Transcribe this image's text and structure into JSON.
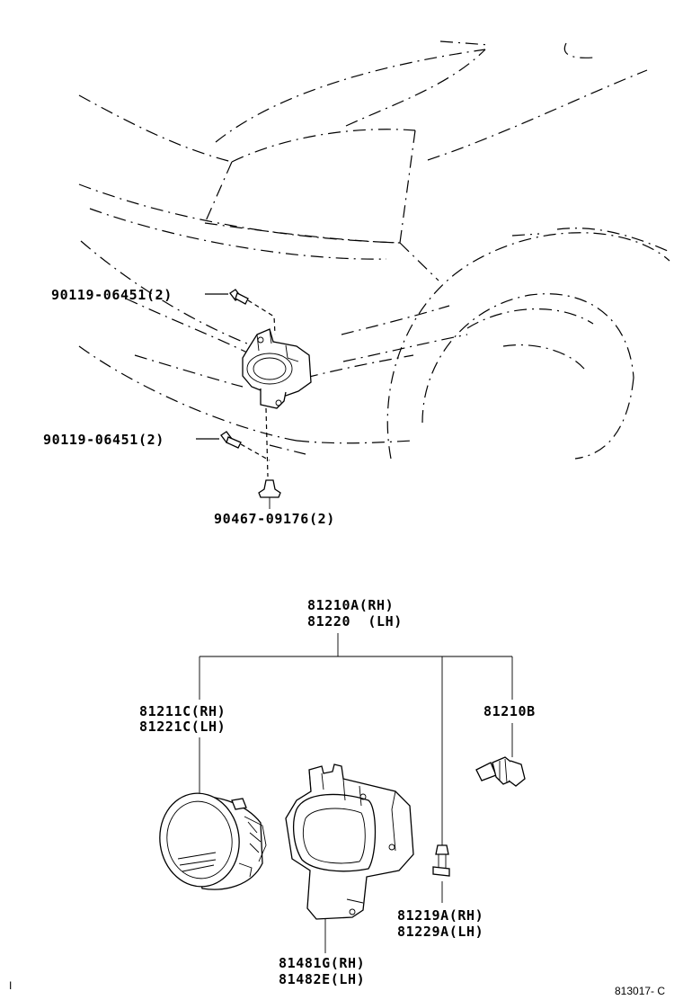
{
  "diagram": {
    "labels": {
      "bolt_upper": "90119-06451(2)",
      "bolt_lower": "90119-06451(2)",
      "clip": "90467-09176(2)",
      "assy_rh": "81210A(RH)",
      "assy_lh": "81220  (LH)",
      "unit_rh": "81211C(RH)",
      "unit_lh": "81221C(LH)",
      "bulb": "81210B",
      "socket_rh": "81219A(RH)",
      "socket_lh": "81229A(LH)",
      "bracket_rh": "81481G(RH)",
      "bracket_lh": "81482E(LH)",
      "corner_left": "I",
      "ref_code": "813017- C"
    }
  }
}
